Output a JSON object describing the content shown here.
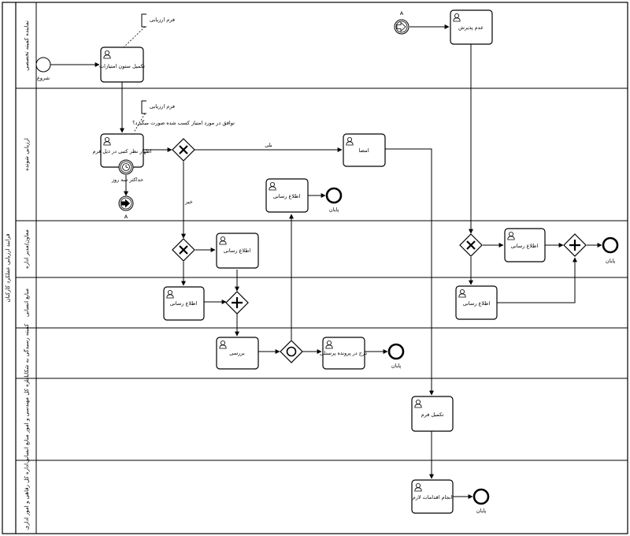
{
  "pool": {
    "title": "فرایند ارزیابی عملکرد کارکنان"
  },
  "lanes": [
    {
      "id": "lane-1",
      "label": "نماینده کمیته تخصصی"
    },
    {
      "id": "lane-2",
      "label": "ارزیابی شونده"
    },
    {
      "id": "lane-3",
      "label": "معاون/مدیر اداره"
    },
    {
      "id": "lane-4",
      "label": "منابع انسانی"
    },
    {
      "id": "lane-5",
      "label": "کمیته رسیدگی به شکایات"
    },
    {
      "id": "lane-6",
      "label": "اداره کل مهندسی و امور منابع انسانی"
    },
    {
      "id": "lane-7",
      "label": "اداره کل رفاهی و امور اداری"
    }
  ],
  "tasks": {
    "complete_scores": "تکمیل ستون امتیازات",
    "opinion": "اظهار نظر کتبی در ذیل فرم",
    "sign": "امضا",
    "notify_employee": "اطلاع رسانی",
    "notify_manager": "اطلاع رسانی",
    "notify_hr": "اطلاع رسانی",
    "review": "بررسی",
    "record": "درج در پرونده پرسنلی",
    "reviewed": "عدم پذیرش",
    "notify_manager2": "اطلاع رسانی",
    "notify_hr2": "اطلاع رسانی",
    "complete_form": "تکمیل فرم",
    "do_actions": "انجام اقدامات لازم"
  },
  "events": {
    "start": "شروع",
    "timer": "حداکثر سه روز",
    "link_a_out": "A",
    "link_a_in": "A",
    "end_employee": "پایان",
    "end_committee": "پایان",
    "end_manager": "پایان",
    "end_admin": "پایان"
  },
  "gateways": {
    "agree_question": "توافق در مورد امتیاز کسب شده صورت میگیرد؟",
    "yes": "بلی",
    "no": "خیر"
  },
  "annotations": {
    "form_1": "فرم ارزیابی",
    "form_2": "فرم ارزیابی"
  }
}
